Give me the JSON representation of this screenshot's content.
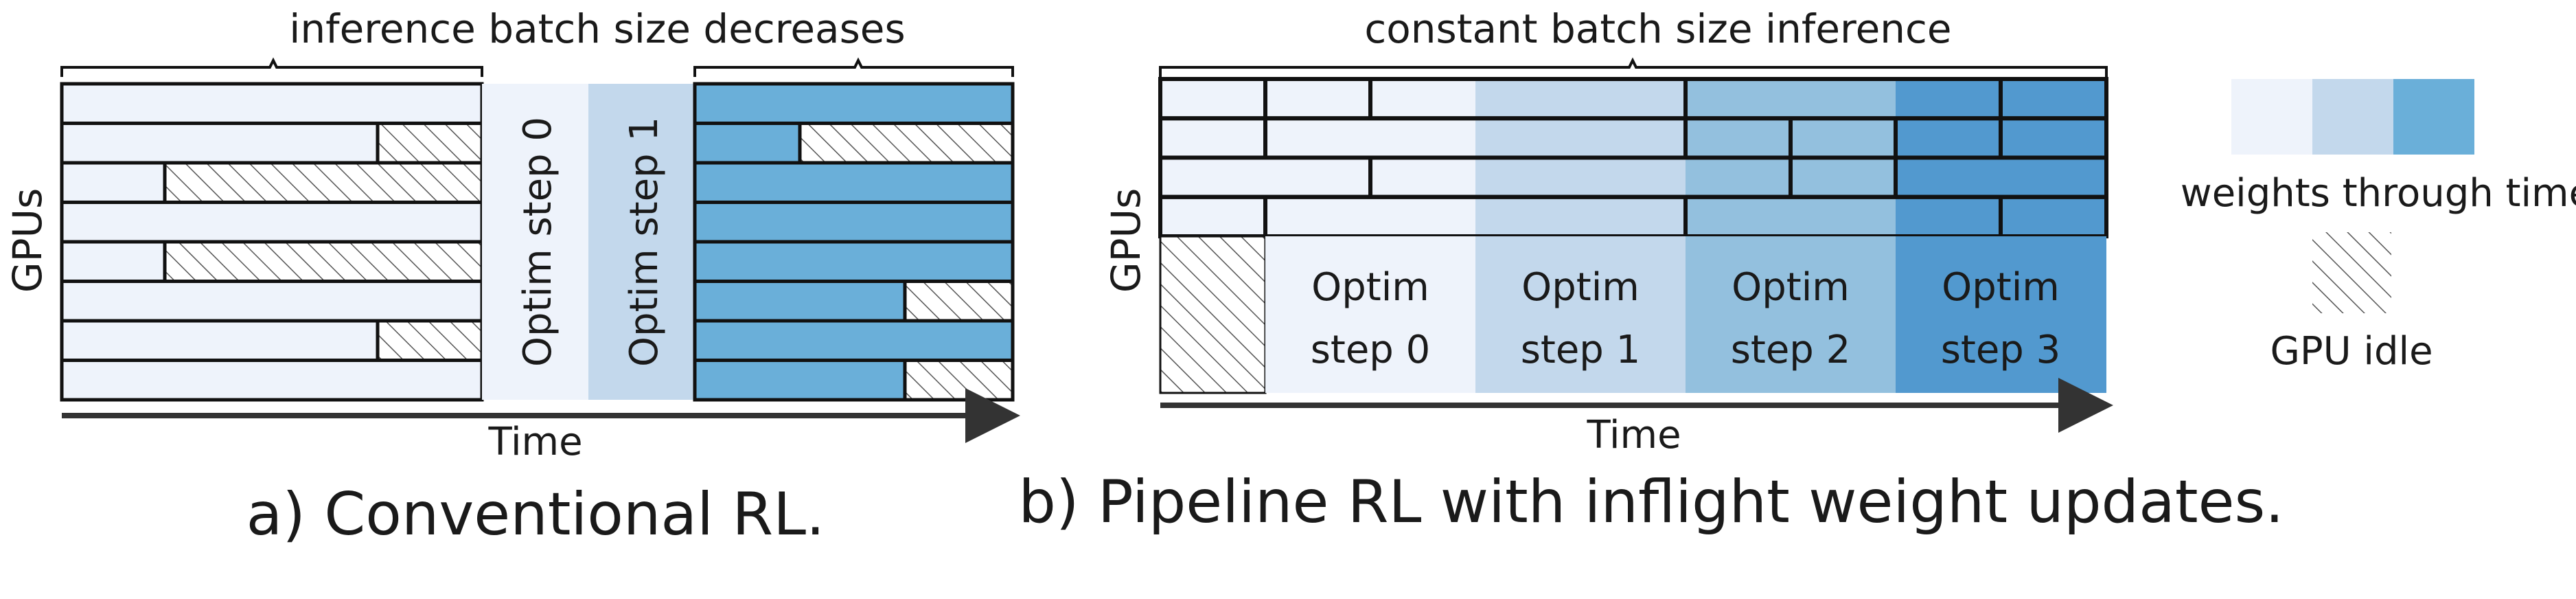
{
  "colors": {
    "light": "#eef3fb",
    "mid_light": "#c3d8ec",
    "mid": "#93c0de",
    "mid_dark": "#6aafd9",
    "dark": "#5299cf",
    "stroke": "#111111",
    "arrow": "#333333",
    "hatch": "#555555"
  },
  "panel_a": {
    "top_label": "inference batch size decreases",
    "y_label": "GPUs",
    "x_label": "Time",
    "caption": "a) Conventional RL.",
    "optim_labels": [
      "Optim step 0",
      "Optim step 1"
    ]
  },
  "panel_b": {
    "top_label": "constant batch size inference",
    "y_label": "GPUs",
    "x_label": "Time",
    "caption": "b) Pipeline RL with inflight weight updates.",
    "optim_labels": [
      {
        "line1": "Optim",
        "line2": "step 0"
      },
      {
        "line1": "Optim",
        "line2": "step 1"
      },
      {
        "line1": "Optim",
        "line2": "step 2"
      },
      {
        "line1": "Optim",
        "line2": "step 3"
      }
    ]
  },
  "legend": {
    "weights_label": "weights through time",
    "idle_label": "GPU idle"
  }
}
